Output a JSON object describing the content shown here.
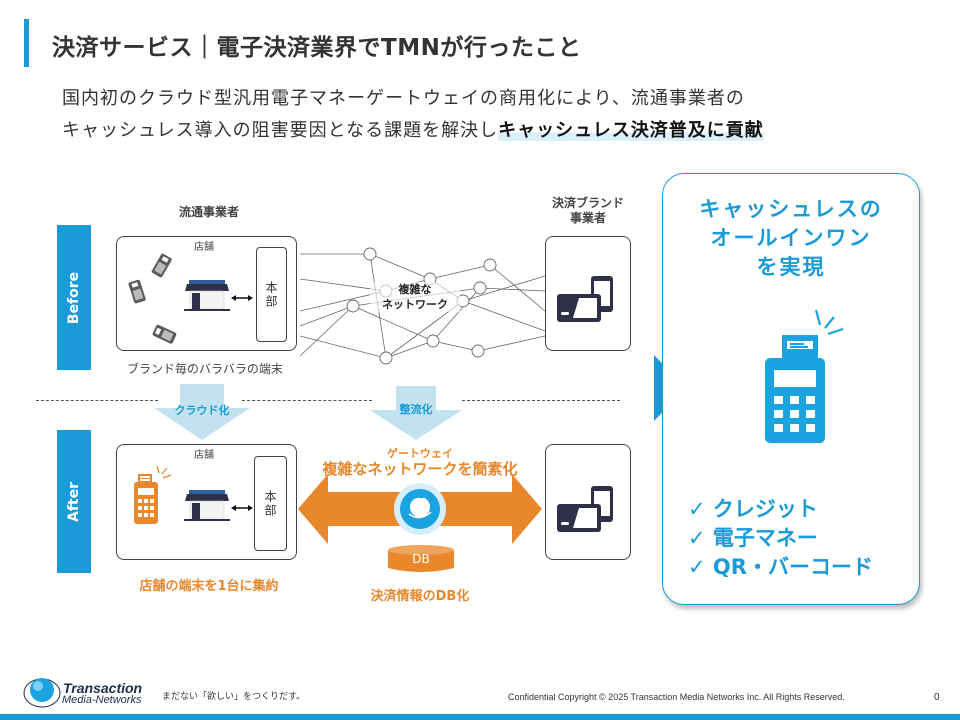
{
  "header": {
    "title": "決済サービス｜電子決済業界でTMNが行ったこと",
    "lead_line1": "国内初のクラウド型汎用電子マネーゲートウェイの商用化により、流通事業者の",
    "lead_line2_prefix": "キャッシュレス導入の阻害要因となる課題を解決し",
    "lead_line2_highlight": "キャッシュレス決済普及に貢献"
  },
  "diagram": {
    "retailer_label": "流通事業者",
    "brand_label_line1": "決済ブランド",
    "brand_label_line2": "事業者",
    "before_tag": "Before",
    "after_tag": "After",
    "store_label": "店舗",
    "hq_label": "本部",
    "before_caption": "ブランド毎のバラバラの端末",
    "network_label_line1": "複雑な",
    "network_label_line2": "ネットワーク",
    "arrow_cloud": "クラウド化",
    "arrow_streamline": "整流化",
    "after_caption": "店舗の端末を1台に集約",
    "gateway_title": "ゲートウェイ",
    "gateway_sub": "複雑なネットワークを簡素化",
    "db_label": "DB",
    "db_caption": "決済情報のDB化"
  },
  "card": {
    "title_line1": "キャッシュレスの",
    "title_line2": "オールインワン",
    "title_line3": "を実現",
    "check_mark": "✓",
    "items": [
      "クレジット",
      "電子マネー",
      "QR・バーコード"
    ]
  },
  "footer": {
    "logo_line1": "Transaction",
    "logo_line2": "Media-Networks",
    "tagline": "まだない「欲しい」をつくりだす。",
    "copyright": "Confidential  Copyright © 2025 Transaction Media Networks Inc. All Rights Reserved.",
    "page_number": "0"
  },
  "colors": {
    "accent_blue": "#1a9ad6",
    "orange": "#e8872b",
    "light_blue_arrow": "#c3e2f0",
    "navy": "#2e3048"
  }
}
